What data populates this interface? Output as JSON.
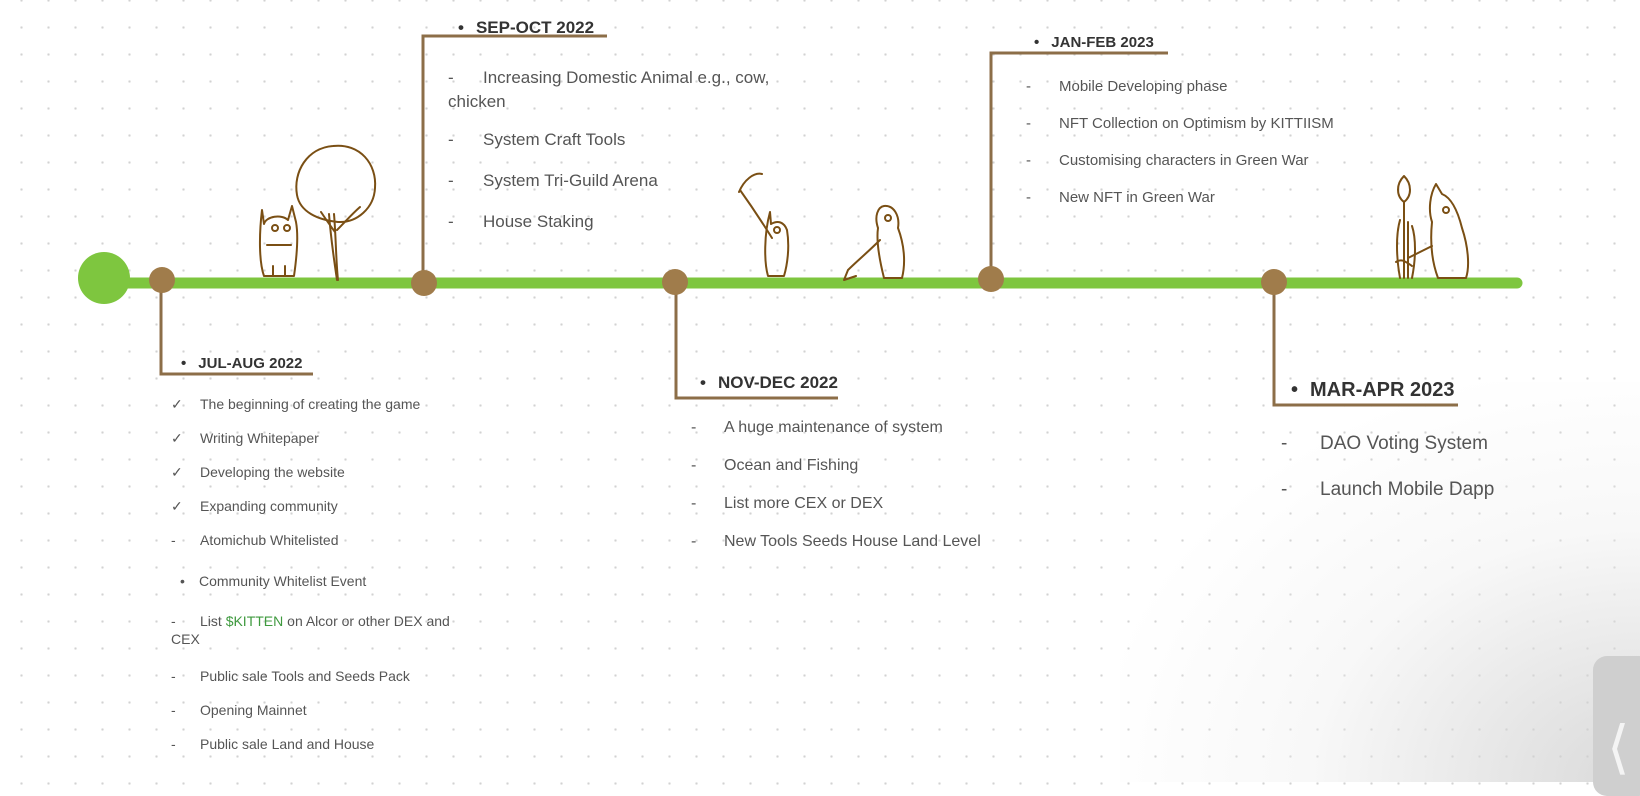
{
  "colors": {
    "track": "#7ec63f",
    "start_node": "#7ec63f",
    "node": "#a07c4b",
    "connector": "#8c6e48",
    "doodle": "#7a4f14",
    "highlight": "#3f9a3f"
  },
  "bullet_glyph": "•",
  "milestones": [
    {
      "title": "JUL-AUG 2022",
      "items": [
        {
          "marker": "✓",
          "text": "The beginning of creating the game"
        },
        {
          "marker": "✓",
          "text": "Writing Whitepaper"
        },
        {
          "marker": "✓",
          "text": "Developing the website"
        },
        {
          "marker": "✓",
          "text": "Expanding community"
        },
        {
          "marker": "-",
          "text": "Atomichub Whitelisted"
        },
        {
          "marker": "•",
          "text": "Community Whitelist Event"
        },
        {
          "marker": "-",
          "text_before": "List ",
          "highlight": "$KITTEN",
          "text_after": " on Alcor or other DEX and",
          "continuation": "CEX"
        },
        {
          "marker": "-",
          "text": "Public sale Tools and Seeds Pack"
        },
        {
          "marker": "-",
          "text": "Opening Mainnet"
        },
        {
          "marker": "-",
          "text": "Public sale Land and House"
        }
      ]
    },
    {
      "title": "SEP-OCT 2022",
      "items": [
        {
          "marker": "-",
          "text": "Increasing Domestic Animal e.g.,  cow,",
          "continuation": "chicken"
        },
        {
          "marker": "-",
          "text": "System Craft Tools"
        },
        {
          "marker": "-",
          "text": "System Tri-Guild Arena"
        },
        {
          "marker": "-",
          "text": "House Staking"
        }
      ]
    },
    {
      "title": "NOV-DEC 2022",
      "items": [
        {
          "marker": "-",
          "text": "A huge maintenance of system"
        },
        {
          "marker": "-",
          "text": "Ocean and Fishing"
        },
        {
          "marker": "-",
          "text": "List more CEX or DEX"
        },
        {
          "marker": "-",
          "text": "New Tools Seeds House Land Level"
        }
      ]
    },
    {
      "title": "JAN-FEB 2023",
      "items": [
        {
          "marker": "-",
          "text": "Mobile Developing phase"
        },
        {
          "marker": "-",
          "text": "NFT Collection on Optimism by KITTIISM"
        },
        {
          "marker": "-",
          "text": "Customising characters in Green War"
        },
        {
          "marker": "-",
          "text": "New NFT in Green War"
        }
      ]
    },
    {
      "title": "MAR-APR 2023",
      "items": [
        {
          "marker": "-",
          "text": "DAO Voting System"
        },
        {
          "marker": "-",
          "text": "Launch Mobile Dapp"
        }
      ]
    }
  ],
  "doodles": [
    "cat-icon",
    "tree-icon",
    "cat-with-hoe-icon",
    "cat-digging-icon",
    "cat-with-plant-icon"
  ],
  "nav": {
    "back_glyph": "⟨"
  }
}
